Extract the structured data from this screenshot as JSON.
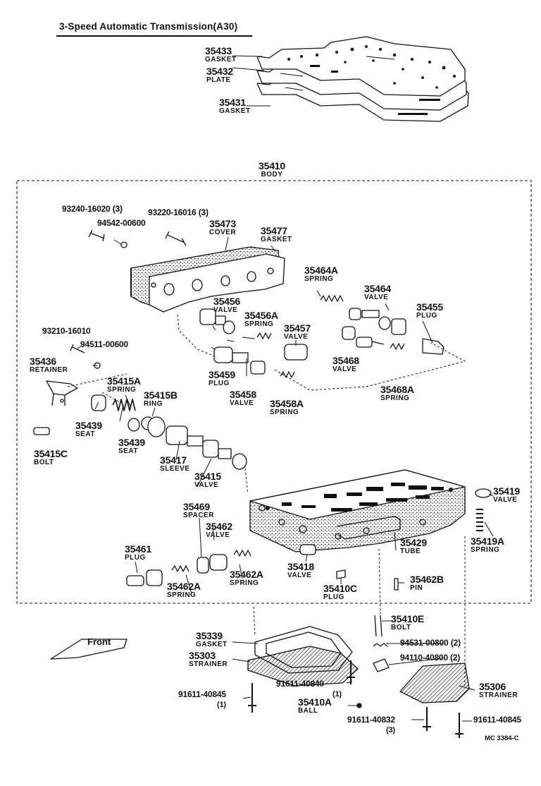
{
  "title": "3-Speed Automatic Transmission(A30)",
  "front_label": "Front",
  "drawing_code": "MC 3384-C",
  "parts": {
    "p35433": {
      "num": "35433",
      "name": "GASKET"
    },
    "p35432": {
      "num": "35432",
      "name": "PLATE"
    },
    "p35431": {
      "num": "35431",
      "name": "GASKET"
    },
    "p35410": {
      "num": "35410",
      "name": "BODY"
    },
    "p35473": {
      "num": "35473",
      "name": "COVER"
    },
    "p35477": {
      "num": "35477",
      "name": "GASKET"
    },
    "p35464A": {
      "num": "35464A",
      "name": "SPRING"
    },
    "p35464": {
      "num": "35464",
      "name": "VALVE"
    },
    "p35456": {
      "num": "35456",
      "name": "VALVE"
    },
    "p35456A": {
      "num": "35456A",
      "name": "SPRING"
    },
    "p35457": {
      "num": "35457",
      "name": "VALVE"
    },
    "p35455": {
      "num": "35455",
      "name": "PLUG"
    },
    "p35468": {
      "num": "35468",
      "name": "VALVE"
    },
    "p35468A": {
      "num": "35468A",
      "name": "SPRING"
    },
    "p35436": {
      "num": "35436",
      "name": "RETAINER"
    },
    "p35415A": {
      "num": "35415A",
      "name": "SPRING"
    },
    "p35415B": {
      "num": "35415B",
      "name": "RING"
    },
    "p35459": {
      "num": "35459",
      "name": "PLUG"
    },
    "p35458": {
      "num": "35458",
      "name": "VALVE"
    },
    "p35458A": {
      "num": "35458A",
      "name": "SPRING"
    },
    "p35439a": {
      "num": "35439",
      "name": "SEAT"
    },
    "p35439b": {
      "num": "35439",
      "name": "SEAT"
    },
    "p35415C": {
      "num": "35415C",
      "name": "BOLT"
    },
    "p35417": {
      "num": "35417",
      "name": "SLEEVE"
    },
    "p35415": {
      "num": "35415",
      "name": "VALVE"
    },
    "p35419": {
      "num": "35419",
      "name": "VALVE"
    },
    "p35419A": {
      "num": "35419A",
      "name": "SPRING"
    },
    "p35469": {
      "num": "35469",
      "name": "SPACER"
    },
    "p35462": {
      "num": "35462",
      "name": "VALVE"
    },
    "p35461": {
      "num": "35461",
      "name": "PLUG"
    },
    "p35429": {
      "num": "35429",
      "name": "TUBE"
    },
    "p35418": {
      "num": "35418",
      "name": "VALVE"
    },
    "p35462A_lower": {
      "num": "35462A",
      "name": "SPRING"
    },
    "p35462A_right": {
      "num": "35462A",
      "name": "SPRING"
    },
    "p35410C": {
      "num": "35410C",
      "name": "PLUG"
    },
    "p35462B": {
      "num": "35462B",
      "name": "PIN"
    },
    "p35410E": {
      "num": "35410E",
      "name": "BOLT"
    },
    "p35339": {
      "num": "35339",
      "name": "GASKET"
    },
    "p35303": {
      "num": "35303",
      "name": "STRAINER"
    },
    "p35306": {
      "num": "35306",
      "name": "STRAINER"
    },
    "p35410A": {
      "num": "35410A",
      "name": "BALL"
    }
  },
  "fasteners": {
    "f93240": {
      "num": "93240-16020",
      "qty": "(3)"
    },
    "f94542": {
      "num": "94542-00600"
    },
    "f93220": {
      "num": "93220-16016",
      "qty": "(3)"
    },
    "f93210": {
      "num": "93210-16010"
    },
    "f94511": {
      "num": "94511-00600"
    },
    "f94531": {
      "num": "94531-00800",
      "qty": "(2)"
    },
    "f94110": {
      "num": "94110-40800",
      "qty": "(2)"
    },
    "f91611_840": {
      "num": "91611-40840",
      "qty": "(1)"
    },
    "f91611_845a": {
      "num": "91611-40845",
      "qty": "(1)"
    },
    "f91611_832": {
      "num": "91611-40832",
      "qty": "(3)"
    },
    "f91611_845b": {
      "num": "91611-40845"
    }
  }
}
